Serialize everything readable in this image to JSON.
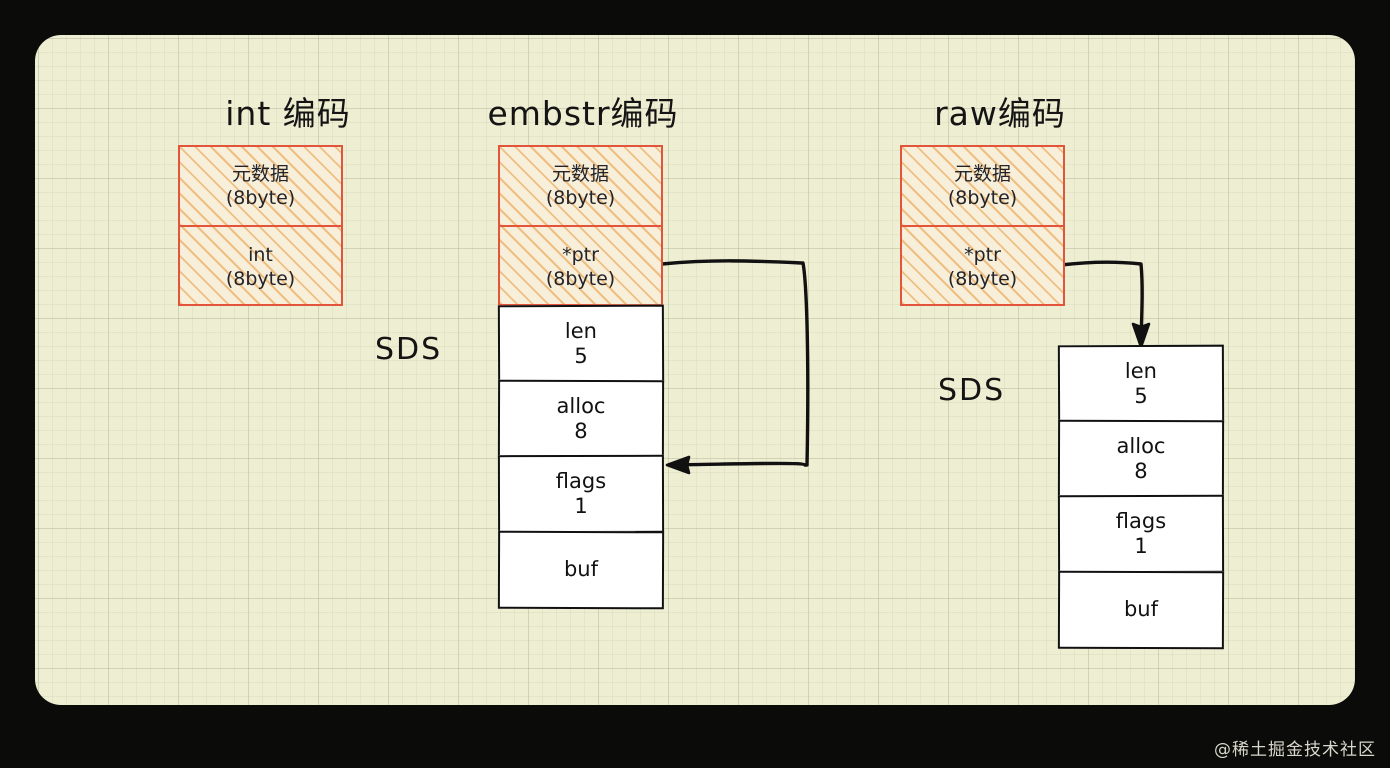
{
  "watermark": "@稀土掘金技术社区",
  "columns": [
    {
      "id": "int",
      "title": "int 编码",
      "object_box": {
        "cells": [
          {
            "line1": "元数据",
            "line2": "(8byte)"
          },
          {
            "line1": "int",
            "line2": "(8byte)"
          }
        ]
      },
      "sds_label": null,
      "sds": null
    },
    {
      "id": "embstr",
      "title": "embstr编码",
      "object_box": {
        "cells": [
          {
            "line1": "元数据",
            "line2": "(8byte)"
          },
          {
            "line1": "*ptr",
            "line2": "(8byte)"
          }
        ]
      },
      "sds_label": "SDS",
      "sds": {
        "rows": [
          {
            "name": "len",
            "value": "5"
          },
          {
            "name": "alloc",
            "value": "8"
          },
          {
            "name": "flags",
            "value": "1"
          },
          {
            "name": "buf",
            "value": ""
          }
        ]
      }
    },
    {
      "id": "raw",
      "title": "raw编码",
      "object_box": {
        "cells": [
          {
            "line1": "元数据",
            "line2": "(8byte)"
          },
          {
            "line1": "*ptr",
            "line2": "(8byte)"
          }
        ]
      },
      "sds_label": "SDS",
      "sds": {
        "rows": [
          {
            "name": "len",
            "value": "5"
          },
          {
            "name": "alloc",
            "value": "8"
          },
          {
            "name": "flags",
            "value": "1"
          },
          {
            "name": "buf",
            "value": ""
          }
        ]
      }
    }
  ],
  "colors": {
    "paper": "#eeeed2",
    "object_border": "#e2553b",
    "hatch": "#e8963c",
    "struct_border": "#111111",
    "text": "#141414",
    "backdrop": "#0b0b09"
  }
}
